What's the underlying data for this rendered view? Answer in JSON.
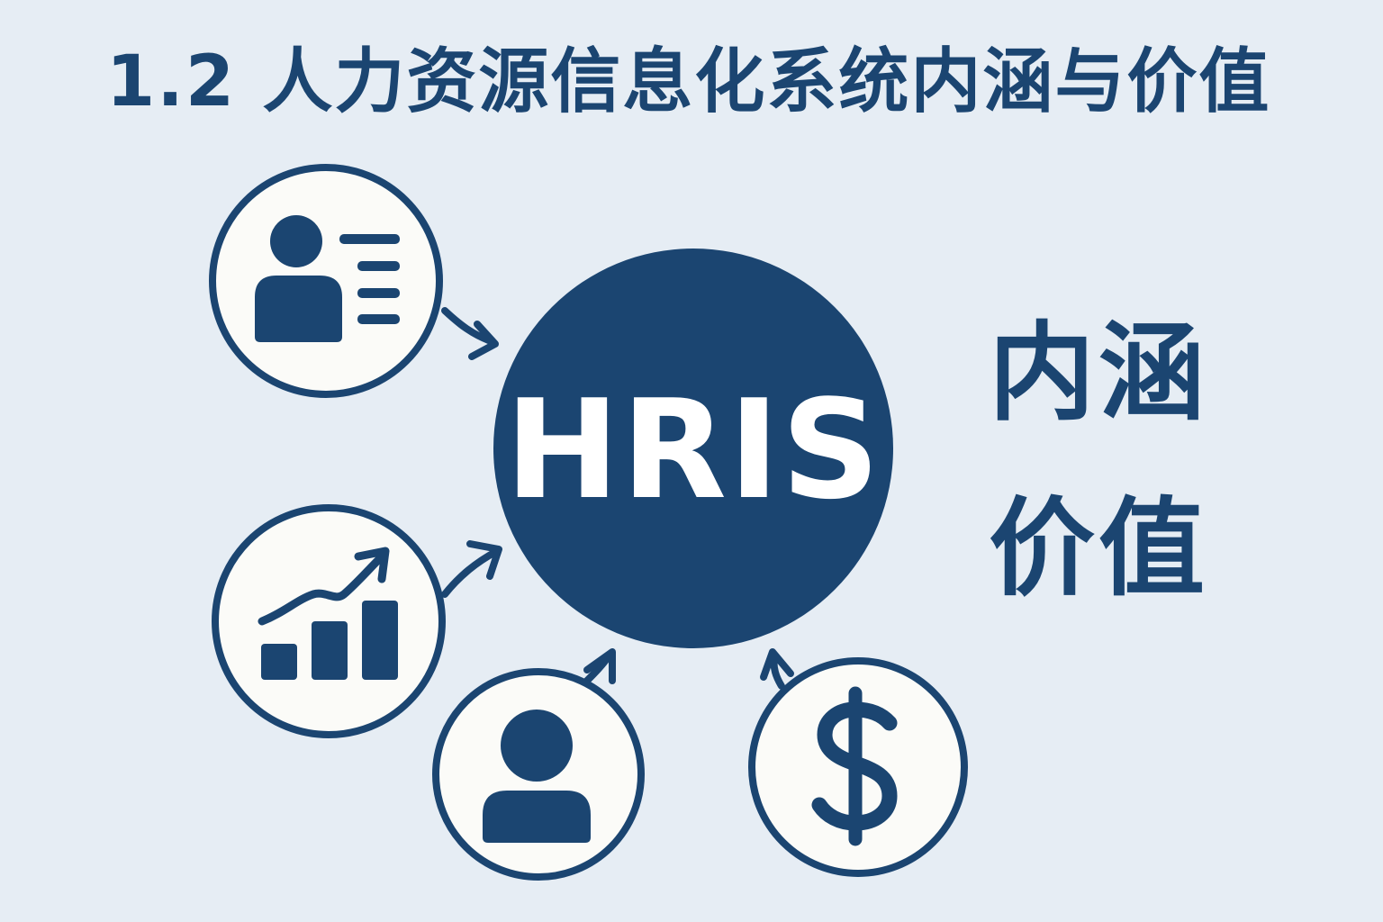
{
  "title": "1.2 人力资源信息化系统内涵与价值",
  "hub": {
    "label": "HRIS"
  },
  "side_labels": {
    "neihan": "内涵",
    "jiazhi": "价值"
  },
  "icons": {
    "top_left": "employee-profile-icon",
    "mid_left": "growth-chart-icon",
    "bottom_middle": "person-icon",
    "bottom_right": "dollar-icon"
  },
  "colors": {
    "primary": "#1b4571",
    "background": "#e6edf4",
    "circle_fill": "#fbfbf8",
    "hub_text": "#ffffff"
  }
}
